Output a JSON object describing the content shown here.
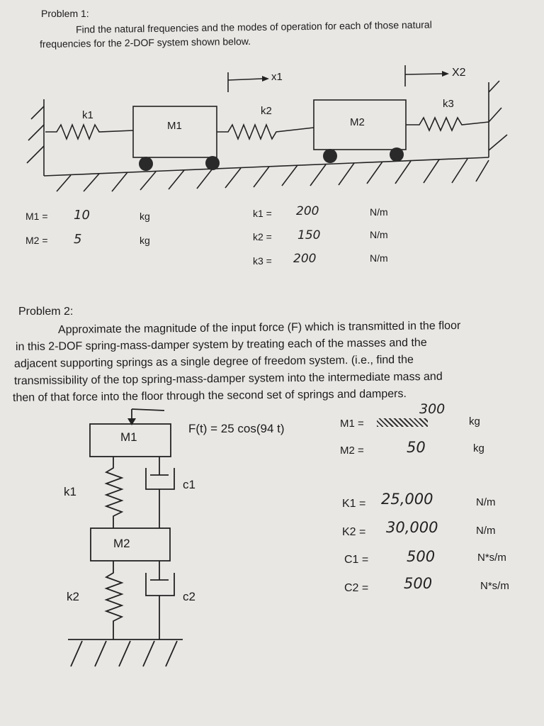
{
  "problem1": {
    "title": "Problem 1:",
    "intro": "Find the natural frequencies and the modes of operation for each of those natural",
    "intro2": "frequencies for the 2-DOF system shown below.",
    "diagram": {
      "x1": "x1",
      "x2": "X2",
      "k1": "k1",
      "k2": "k2",
      "k3": "k3",
      "m1": "M1",
      "m2": "M2"
    },
    "params": {
      "m1_label": "M1 =",
      "m1_value": "10",
      "m1_unit": "kg",
      "m2_label": "M2 =",
      "m2_value": "5",
      "m2_unit": "kg",
      "k1_label": "k1 =",
      "k1_value": "200",
      "k1_unit": "N/m",
      "k2_label": "k2 =",
      "k2_value": "150",
      "k2_unit": "N/m",
      "k3_label": "k3 =",
      "k3_value": "200",
      "k3_unit": "N/m"
    }
  },
  "problem2": {
    "title": "Problem 2:",
    "lines": [
      "Approximate the magnitude of the input force (F) which is transmitted in the floor",
      "in this 2-DOF spring-mass-damper system by treating each of the masses and the",
      "adjacent supporting springs as a single degree of freedom system.  (i.e., find the",
      "transmissibility of the top spring-mass-damper system into the intermediate mass and",
      "then of that force into the floor through the second set of springs and dampers."
    ],
    "force": "F(t) = 25 cos(94 t)",
    "diagram": {
      "m1": "M1",
      "m2": "M2",
      "k1": "k1",
      "k2": "k2",
      "c1": "c1",
      "c2": "c2"
    },
    "params": {
      "m1_label": "M1 =",
      "m1_value": "300",
      "m1_unit": "kg",
      "m2_label": "M2 =",
      "m2_value": "50",
      "m2_unit": "kg",
      "K1_label": "K1 =",
      "K1_value": "25,000",
      "K1_unit": "N/m",
      "K2_label": "K2 =",
      "K2_value": "30,000",
      "K2_unit": "N/m",
      "C1_label": "C1 =",
      "C1_value": "500",
      "C1_unit": "N*s/m",
      "C2_label": "C2 =",
      "C2_value": "500",
      "C2_unit": "N*s/m"
    }
  }
}
